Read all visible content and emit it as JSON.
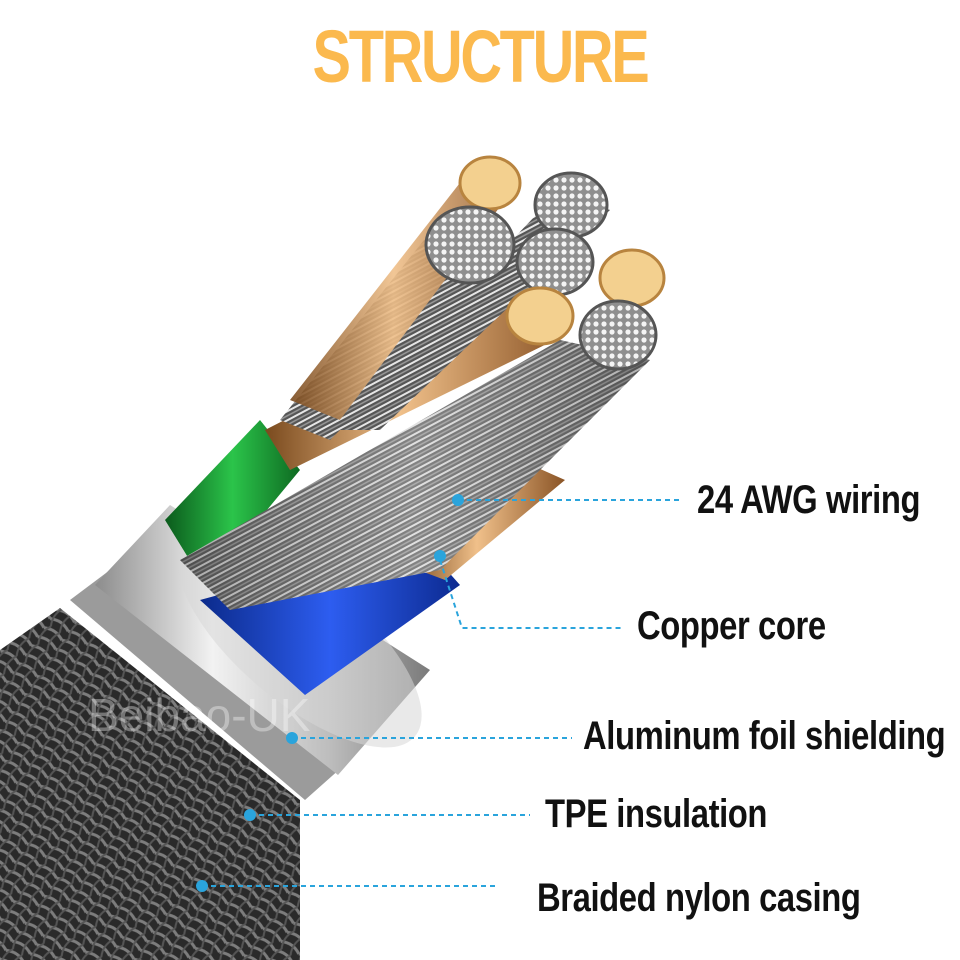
{
  "title": "STRUCTURE",
  "watermark": "Beibao-UK",
  "colors": {
    "title": "#fbb94e",
    "leader_line": "#2aa4dc",
    "copper": "#c98a4b",
    "wire_green": "#1fa33a",
    "wire_blue": "#1946c8",
    "shield_silver": "#c9c9c9",
    "braid_dark": "#2b2b2b"
  },
  "labels": [
    {
      "id": "awg",
      "text": "24 AWG wiring"
    },
    {
      "id": "copper",
      "text": "Copper core"
    },
    {
      "id": "foil",
      "text": "Aluminum foil shielding"
    },
    {
      "id": "tpe",
      "text": "TPE insulation"
    },
    {
      "id": "braid",
      "text": "Braided nylon casing"
    }
  ]
}
